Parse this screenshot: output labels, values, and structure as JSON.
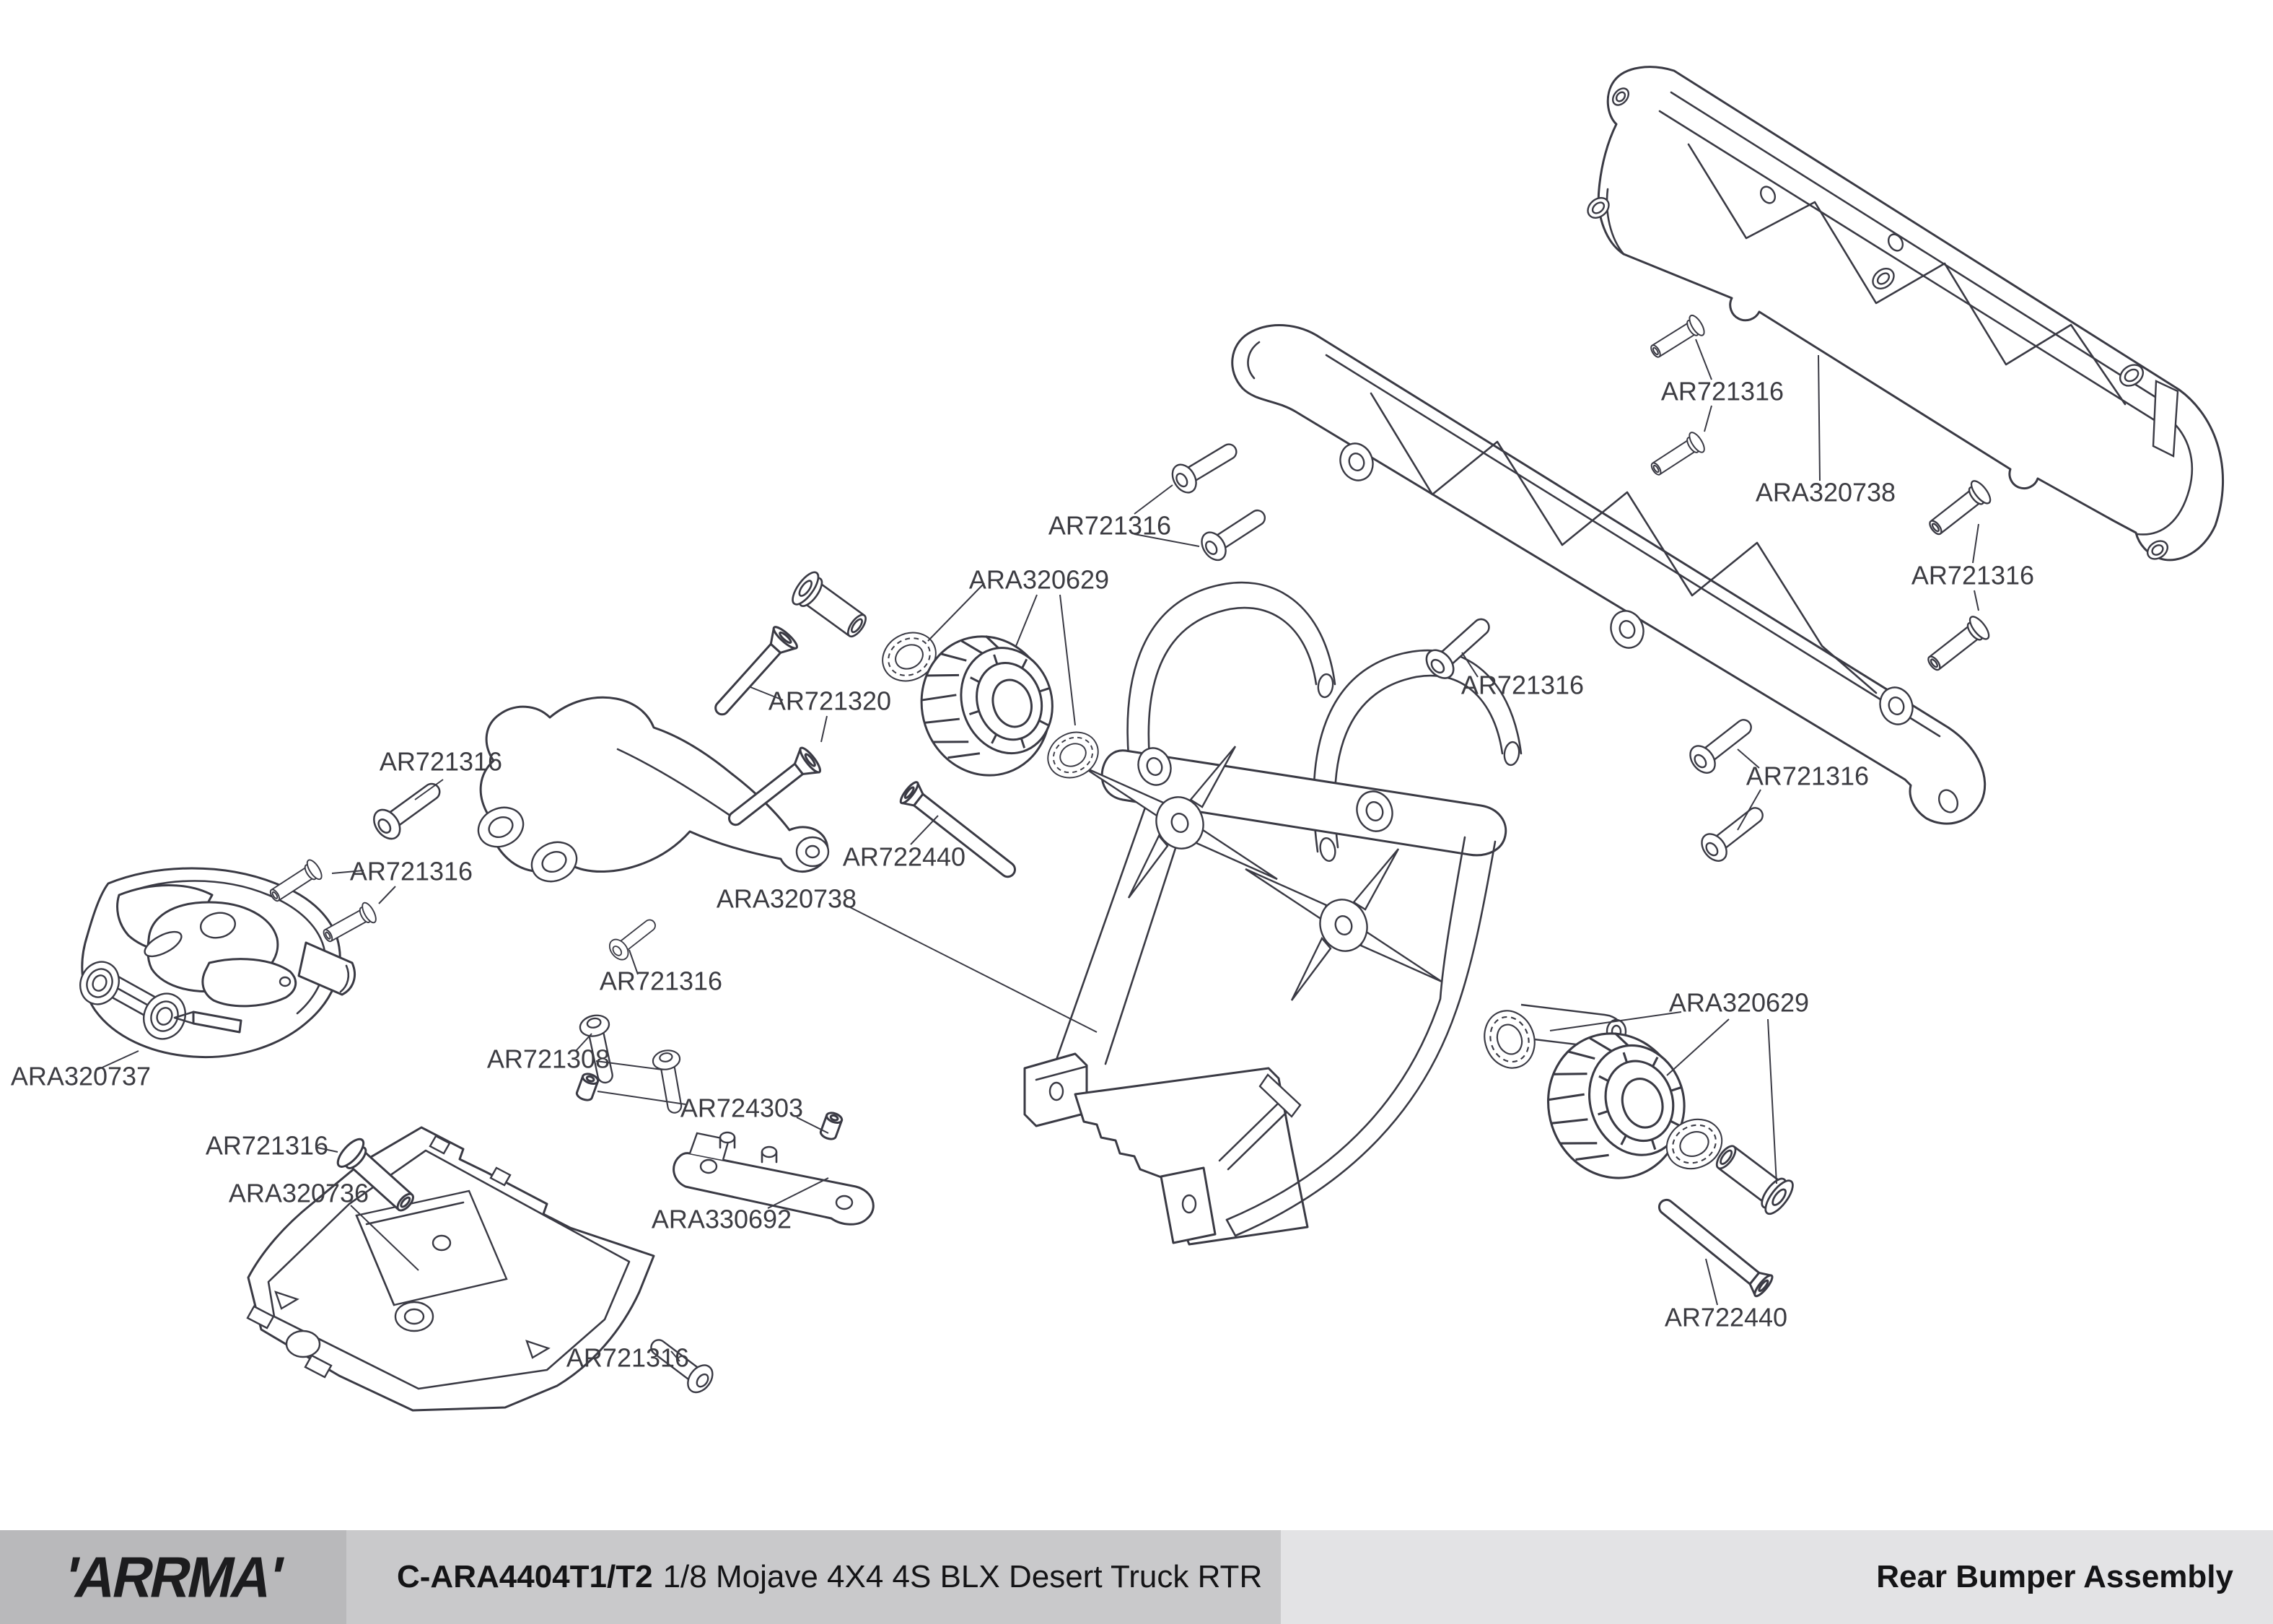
{
  "diagram": {
    "callouts": [
      {
        "part": "AR721316"
      },
      {
        "part": "ARA320738"
      },
      {
        "part": "AR721316"
      },
      {
        "part": "AR721316"
      },
      {
        "part": "ARA320629"
      },
      {
        "part": "AR721320"
      },
      {
        "part": "AR721316"
      },
      {
        "part": "AR721316"
      },
      {
        "part": "AR722440"
      },
      {
        "part": "ARA320738"
      },
      {
        "part": "AR721316"
      },
      {
        "part": "AR721316"
      },
      {
        "part": "AR721316"
      },
      {
        "part": "ARA320737"
      },
      {
        "part": "AR721308"
      },
      {
        "part": "AR724303"
      },
      {
        "part": "AR721316"
      },
      {
        "part": "ARA320736"
      },
      {
        "part": "ARA330692"
      },
      {
        "part": "AR721316"
      },
      {
        "part": "ARA320629"
      },
      {
        "part": "AR722440"
      }
    ]
  },
  "footer": {
    "logo_text": "'ARRMA'",
    "doc_code": "C-ARA4404T1/T2",
    "doc_title": "1/8 Mojave 4X4 4S BLX Desert Truck RTR",
    "sheet_title": "Rear Bumper Assembly"
  },
  "colors": {
    "line": "#3a3a44",
    "label_text": "#3c3c42",
    "footer_logo_bg": "#b9b9bb",
    "footer_title_bg": "#c9c9cb",
    "footer_sheet_bg": "#e3e3e5"
  }
}
